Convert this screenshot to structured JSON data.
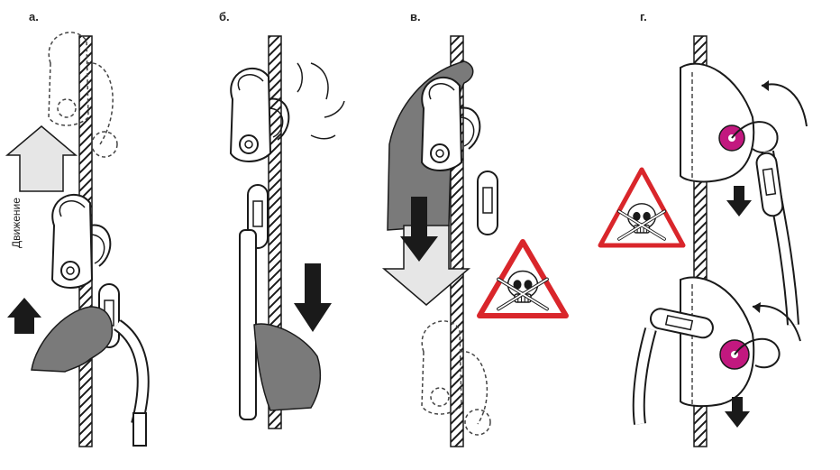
{
  "panels": [
    {
      "label": "а."
    },
    {
      "label": "б."
    },
    {
      "label": "в."
    },
    {
      "label": "г."
    }
  ],
  "movement_label": "Движение",
  "colors": {
    "ink": "#1a1a1a",
    "hand": "#7a7a7a",
    "arrow_light": "#e6e6e6",
    "warning_red": "#d9262b",
    "cam_magenta": "#c2187f"
  },
  "icons": [
    "rope-icon",
    "descender-device-icon",
    "carabiner-icon",
    "hand-icon",
    "arrow-up-icon",
    "arrow-down-icon",
    "skull-crossbones-warning-icon",
    "rotation-arrow-icon",
    "cam-wheel-icon"
  ]
}
